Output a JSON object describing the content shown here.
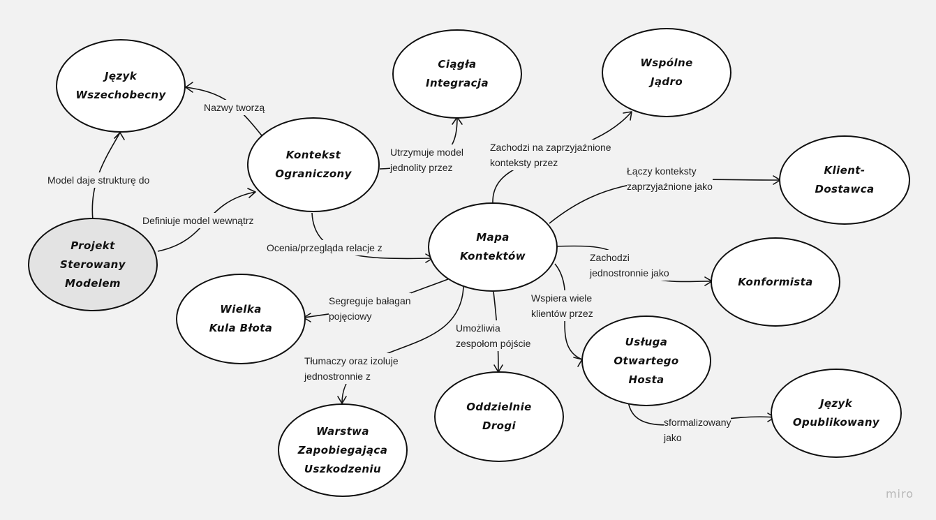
{
  "nodes": {
    "jezyk_wszechobecny": [
      "Język",
      "Wszechobecny"
    ],
    "ciagla_integracja": [
      "Ciągła",
      "Integracja"
    ],
    "wspolne_jadro": [
      "Wspólne",
      "Jądro"
    ],
    "kontekst_ograniczony": [
      "Kontekst",
      "Ograniczony"
    ],
    "klient_dostawca": [
      "Klient-",
      "Dostawca"
    ],
    "projekt_sterowany_modelem": [
      "Projekt",
      "Sterowany",
      "Modelem"
    ],
    "mapa_kontekstow": [
      "Mapa",
      "Kontektów"
    ],
    "konformista": [
      "Konformista"
    ],
    "wielka_kula_blota": [
      "Wielka",
      "Kula Błota"
    ],
    "usluga_otwartego_hosta": [
      "Usługa",
      "Otwartego",
      "Hosta"
    ],
    "jezyk_opublikowany": [
      "Język",
      "Opublikowany"
    ],
    "oddzielnie_drogi": [
      "Oddzielnie",
      "Drogi"
    ],
    "warstwa_zapobiegajaca": [
      "Warstwa",
      "Zapobiegająca",
      "Uszkodzeniu"
    ]
  },
  "edges": {
    "nazwy_tworza": [
      "Nazwy tworzą"
    ],
    "model_daje_strukture": [
      "Model daje strukturę do"
    ],
    "definiuje_model": [
      "Definiuje model wewnątrz"
    ],
    "utrzymuje_model": [
      "Utrzymuje model",
      "jednolity przez"
    ],
    "zachodzi_na": [
      "Zachodzi na zaprzyjaźnione",
      "konteksty przez"
    ],
    "laczy_konteksty": [
      "Łączy konteksty",
      "zaprzyjaźnione jako"
    ],
    "ocenia": [
      "Ocenia/przegląda relacje z"
    ],
    "zachodzi_jednostronnie": [
      "Zachodzi",
      "jednostronnie jako"
    ],
    "segreguje": [
      "Segreguje bałagan",
      "pojęciowy"
    ],
    "wspiera": [
      "Wspiera wiele",
      "klientów przez"
    ],
    "umozliwia": [
      "Umożliwia",
      "zespołom pójście"
    ],
    "tlumaczy": [
      "Tłumaczy oraz izoluje",
      "jednostronnie z"
    ],
    "sformalizowany": [
      "sformalizowany",
      "jako"
    ]
  },
  "watermark": "miro",
  "colors": {
    "background": "#f2f2f2",
    "node_fill": "#ffffff",
    "node_shaded_fill": "#e3e3e3",
    "stroke": "#111111"
  }
}
